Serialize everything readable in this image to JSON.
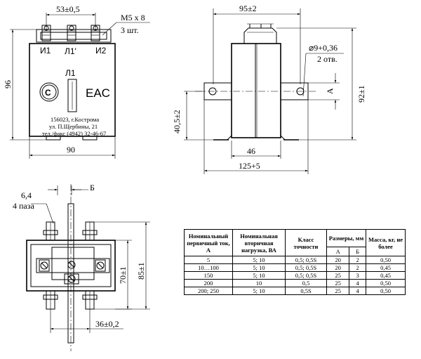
{
  "front_view": {
    "dim_top": "53±0,5",
    "dim_width": "90",
    "dim_height": "96",
    "screw_label": "M5 x 8",
    "screw_qty": "3 шт.",
    "terminal_i1": "И1",
    "terminal_l1_prime": "Л1'",
    "terminal_i2": "И2",
    "terminal_l1": "Л1",
    "mark_c": "С",
    "mark_eac": "EAC",
    "address_line1": "156023, г.Кострома",
    "address_line2": "ул. П.Щербины, 21",
    "address_line3": "тел./факс (4942) 32-46-67"
  },
  "side_view": {
    "dim_top": "95±2",
    "dim_hole": "⌀9+0,36",
    "dim_hole_qty": "2 отв.",
    "dim_a": "А",
    "dim_height": "92±1",
    "dim_low": "40,5±2",
    "dim_base": "46",
    "dim_overall": "125+5"
  },
  "bottom_view": {
    "dim_slot": "6,4",
    "dim_slot_qty": "4 паза",
    "dim_b": "Б",
    "dim_inner": "70±1",
    "dim_outer": "85±1",
    "dim_bottom": "36±0,2"
  },
  "table": {
    "headers": {
      "col1": "Номинальный первичный ток, А",
      "col2": "Номинальная вторичная нагрузка, ВА",
      "col3": "Класс точности",
      "col4": "Размеры, мм",
      "col4a": "А",
      "col4b": "Б",
      "col5": "Масса, кг, не более"
    },
    "rows": [
      [
        "5",
        "5; 10",
        "0,5; 0,5S",
        "20",
        "2",
        "0,50"
      ],
      [
        "10…100",
        "5; 10",
        "0,5; 0,5S",
        "20",
        "2",
        "0,45"
      ],
      [
        "150",
        "5; 10",
        "0,5; 0,5S",
        "25",
        "3",
        "0,45"
      ],
      [
        "200",
        "10",
        "0,5",
        "25",
        "4",
        "0,50"
      ],
      [
        "200; 250",
        "5; 10",
        "0,5S",
        "25",
        "4",
        "0,50"
      ]
    ]
  }
}
